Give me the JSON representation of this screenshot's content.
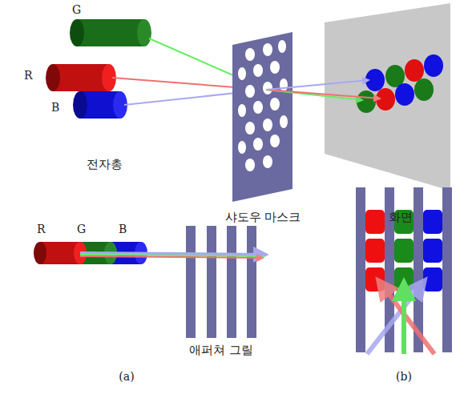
{
  "diagram": {
    "labels": [
      "G",
      "R",
      "B",
      "전자총",
      "샤도우 마스크",
      "화면",
      "R",
      "G",
      "B",
      "애퍼쳐 그릴",
      "(a)",
      "(b)"
    ]
  }
}
